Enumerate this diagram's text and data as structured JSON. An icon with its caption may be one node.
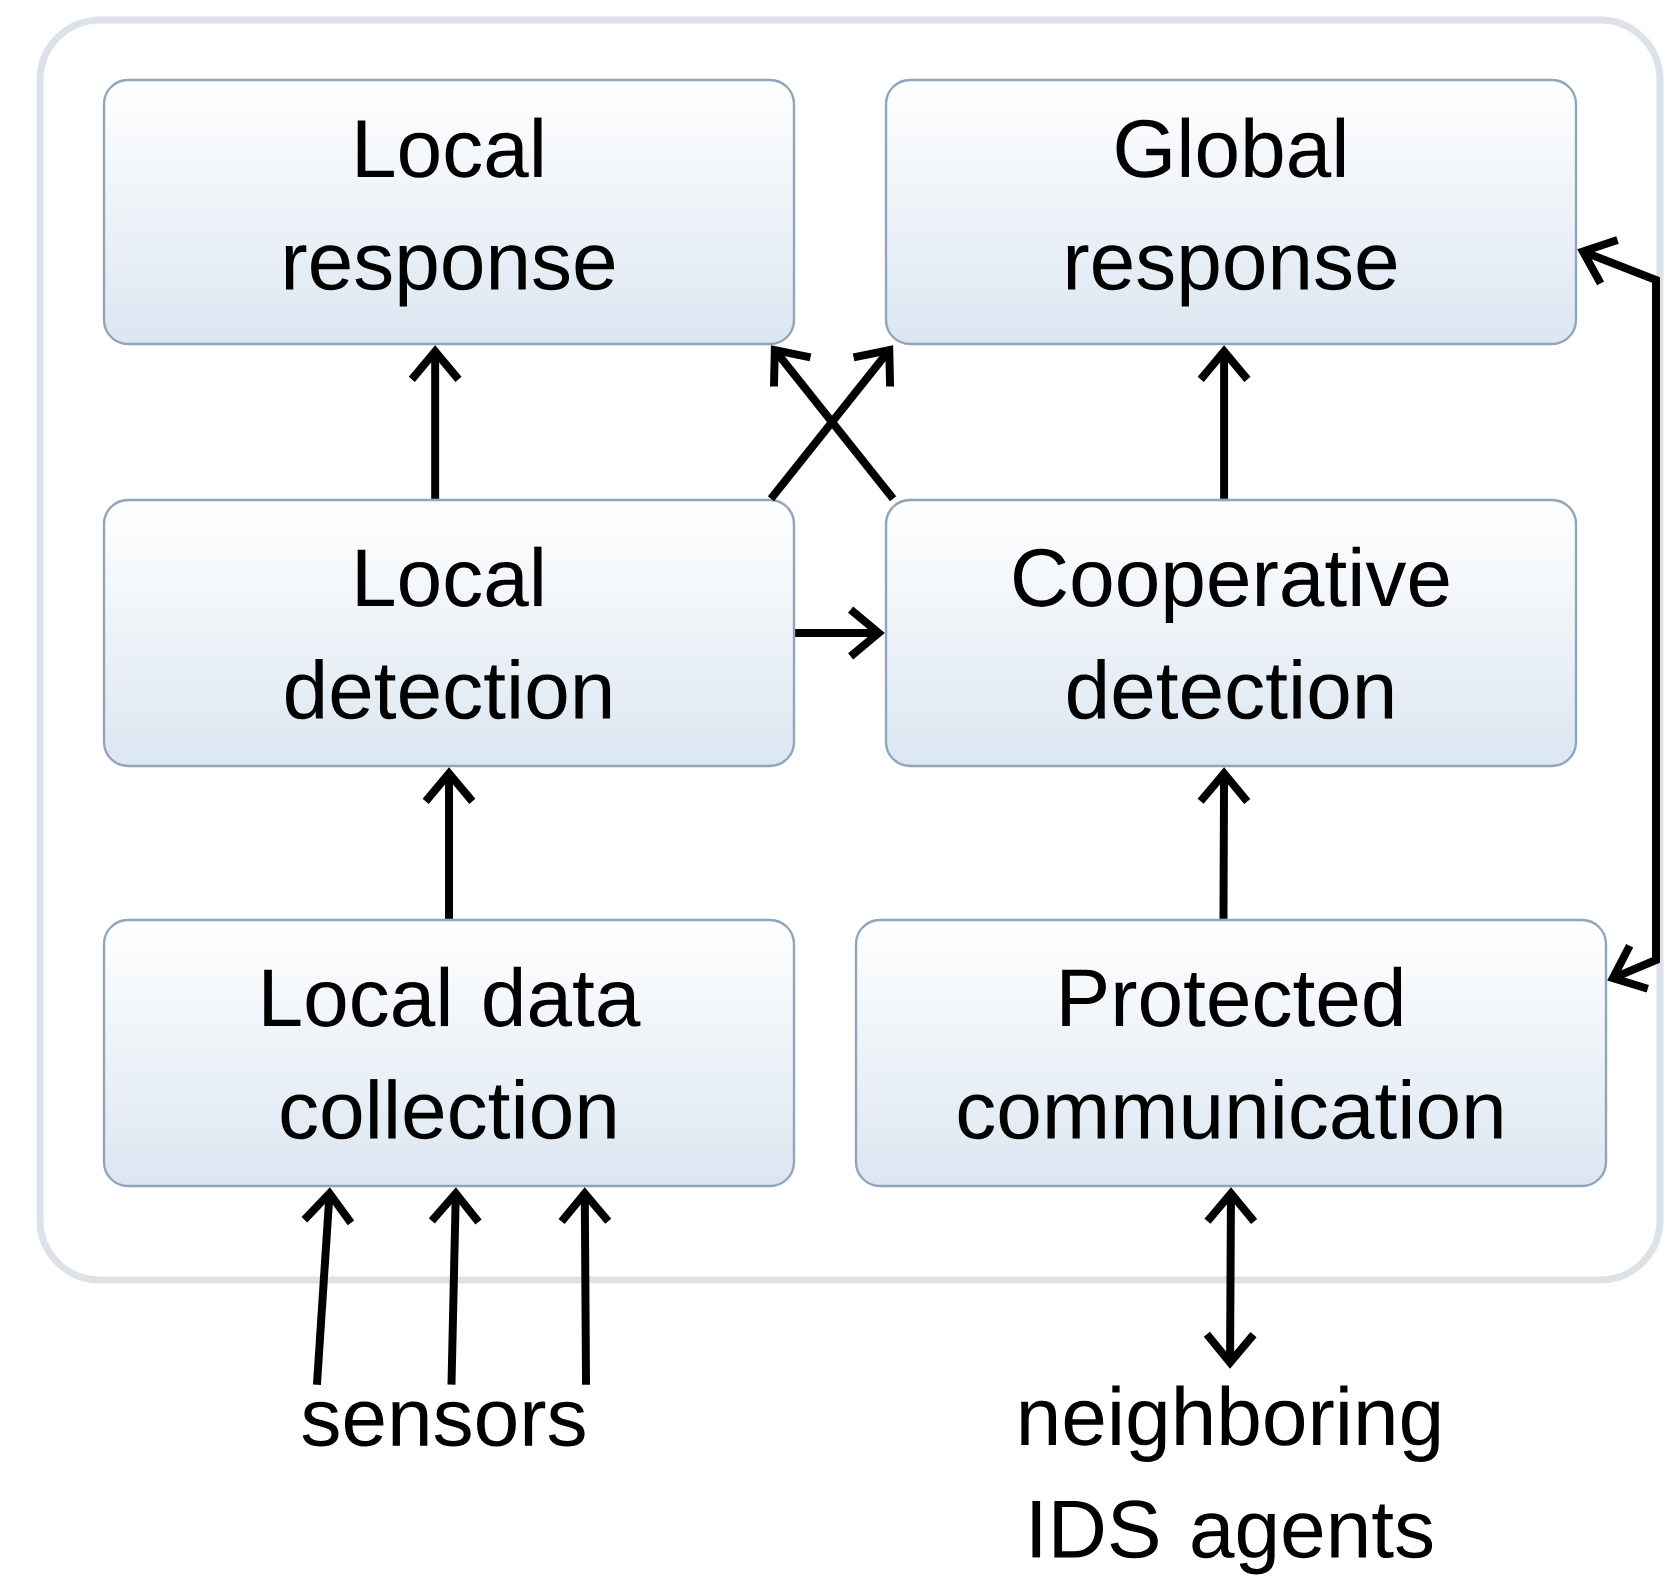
{
  "diagram": {
    "nodes": [
      {
        "text": [],
        "shape": "box"
      },
      {
        "text": [
          "Local response"
        ],
        "in": 0
      },
      {
        "text": [
          "Global response"
        ],
        "in": 0
      },
      {
        "text": [
          "Local detection"
        ],
        "in": 0
      },
      {
        "text": [
          "Cooperative detection"
        ],
        "in": 0
      },
      {
        "text": [
          "Local data collection"
        ],
        "in": 0
      },
      {
        "text": [
          "Protected communication"
        ],
        "in": 0
      },
      {
        "text": [
          "sensors"
        ]
      },
      {
        "text": [
          "neighboring IDS agents"
        ]
      }
    ],
    "edges": [
      {
        "from": 3,
        "to": 1,
        "arrow": "to"
      },
      {
        "from": 4,
        "to": 2,
        "arrow": "to"
      },
      {
        "from": 3,
        "to": 4,
        "arrow": "to"
      },
      {
        "from": 3,
        "to": 2,
        "arrow": "to"
      },
      {
        "from": 4,
        "to": 1,
        "arrow": "to"
      },
      {
        "from": 5,
        "to": 3,
        "arrow": "to"
      },
      {
        "from": 6,
        "to": 4,
        "arrow": "to"
      },
      {
        "from": 6,
        "to": 2,
        "arrow": "both"
      },
      {
        "from": 7,
        "to": 5,
        "arrow": "to"
      },
      {
        "from": 7,
        "to": 5,
        "arrow": "to"
      },
      {
        "from": 7,
        "to": 5,
        "arrow": "to"
      },
      {
        "from": 8,
        "to": 6,
        "arrow": "both"
      }
    ]
  }
}
